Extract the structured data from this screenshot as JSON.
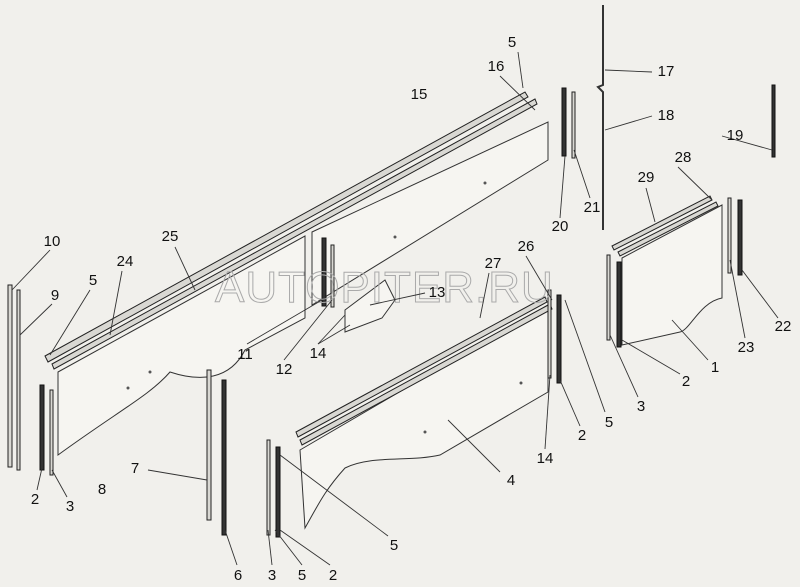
{
  "watermark": "AUTOPITER.RU",
  "callouts": {
    "c1": "1",
    "c2a": "2",
    "c2b": "2",
    "c2c": "2",
    "c2d": "2",
    "c3a": "3",
    "c3b": "3",
    "c3c": "3",
    "c4": "4",
    "c5a": "5",
    "c5b": "5",
    "c5c": "5",
    "c5d": "5",
    "c5e": "5",
    "c6": "6",
    "c7": "7",
    "c8": "8",
    "c9": "9",
    "c10": "10",
    "c11": "11",
    "c12": "12",
    "c13": "13",
    "c14a": "14",
    "c14b": "14",
    "c15": "15",
    "c16": "16",
    "c17": "17",
    "c18": "18",
    "c19": "19",
    "c20": "20",
    "c21": "21",
    "c22": "22",
    "c23": "23",
    "c24": "24",
    "c25": "25",
    "c26": "26",
    "c27": "27",
    "c28": "28",
    "c29": "29"
  }
}
